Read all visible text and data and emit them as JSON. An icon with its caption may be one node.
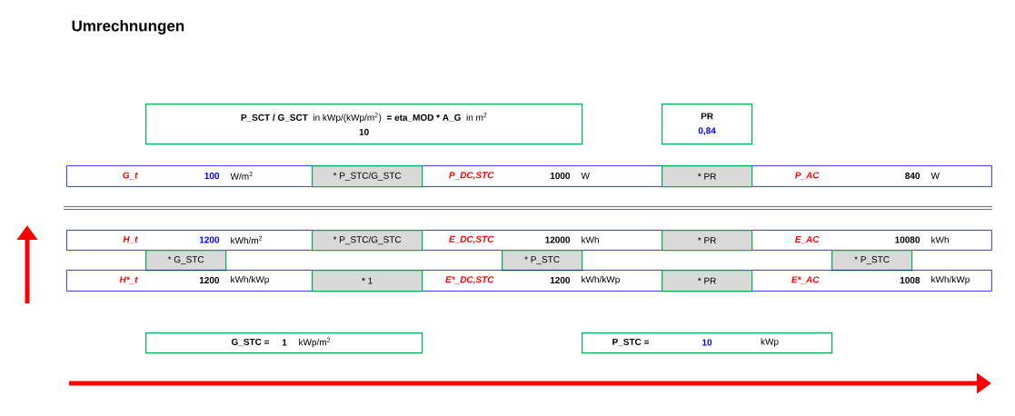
{
  "diagram": {
    "title": "Umrechnungen",
    "nodes": [
      {
        "text": [
          "P_SCT / G_SCT",
          "in kWp/(kWp/m$^{2}$)",
          "= eta_MOD * A_G",
          "in m$^{2}$",
          "10"
        ]
      },
      {
        "text": [
          "PR",
          "0,84"
        ]
      },
      {
        "text": [
          "G_t",
          "100",
          "W/m$^{2}$",
          "P_DC,STC",
          "1000",
          "W",
          "P_AC",
          "840",
          "W"
        ]
      },
      {
        "text": [
          "* P_STC/G_STC"
        ],
        "in": 2
      },
      {
        "text": [
          "* PR"
        ],
        "in": 2
      },
      {
        "text": [
          "H_t",
          "1200",
          "kWh/m$^{2}$",
          "E_DC,STC",
          "12000",
          "kWh",
          "E_AC",
          "10080",
          "kWh"
        ]
      },
      {
        "text": [
          "* P_STC/G_STC"
        ],
        "in": 5
      },
      {
        "text": [
          "* PR"
        ],
        "in": 5
      },
      {
        "text": [
          "* G_STC"
        ]
      },
      {
        "text": [
          "* P_STC"
        ]
      },
      {
        "text": [
          "* P_STC"
        ]
      },
      {
        "text": [
          "H*_t",
          "1200",
          "kWh/kWp",
          "E*_DC,STC",
          "1200",
          "kWh/kWp",
          "E*_AC",
          "1008",
          "kWh/kWp"
        ]
      },
      {
        "text": [
          "* 1"
        ],
        "in": 11
      },
      {
        "text": [
          "* PR"
        ],
        "in": 11
      },
      {
        "text": [
          "G_STC =",
          "1",
          "kWp/m$^{2}$"
        ]
      },
      {
        "text": [
          "P_STC =",
          "10",
          "kWp"
        ]
      }
    ]
  }
}
